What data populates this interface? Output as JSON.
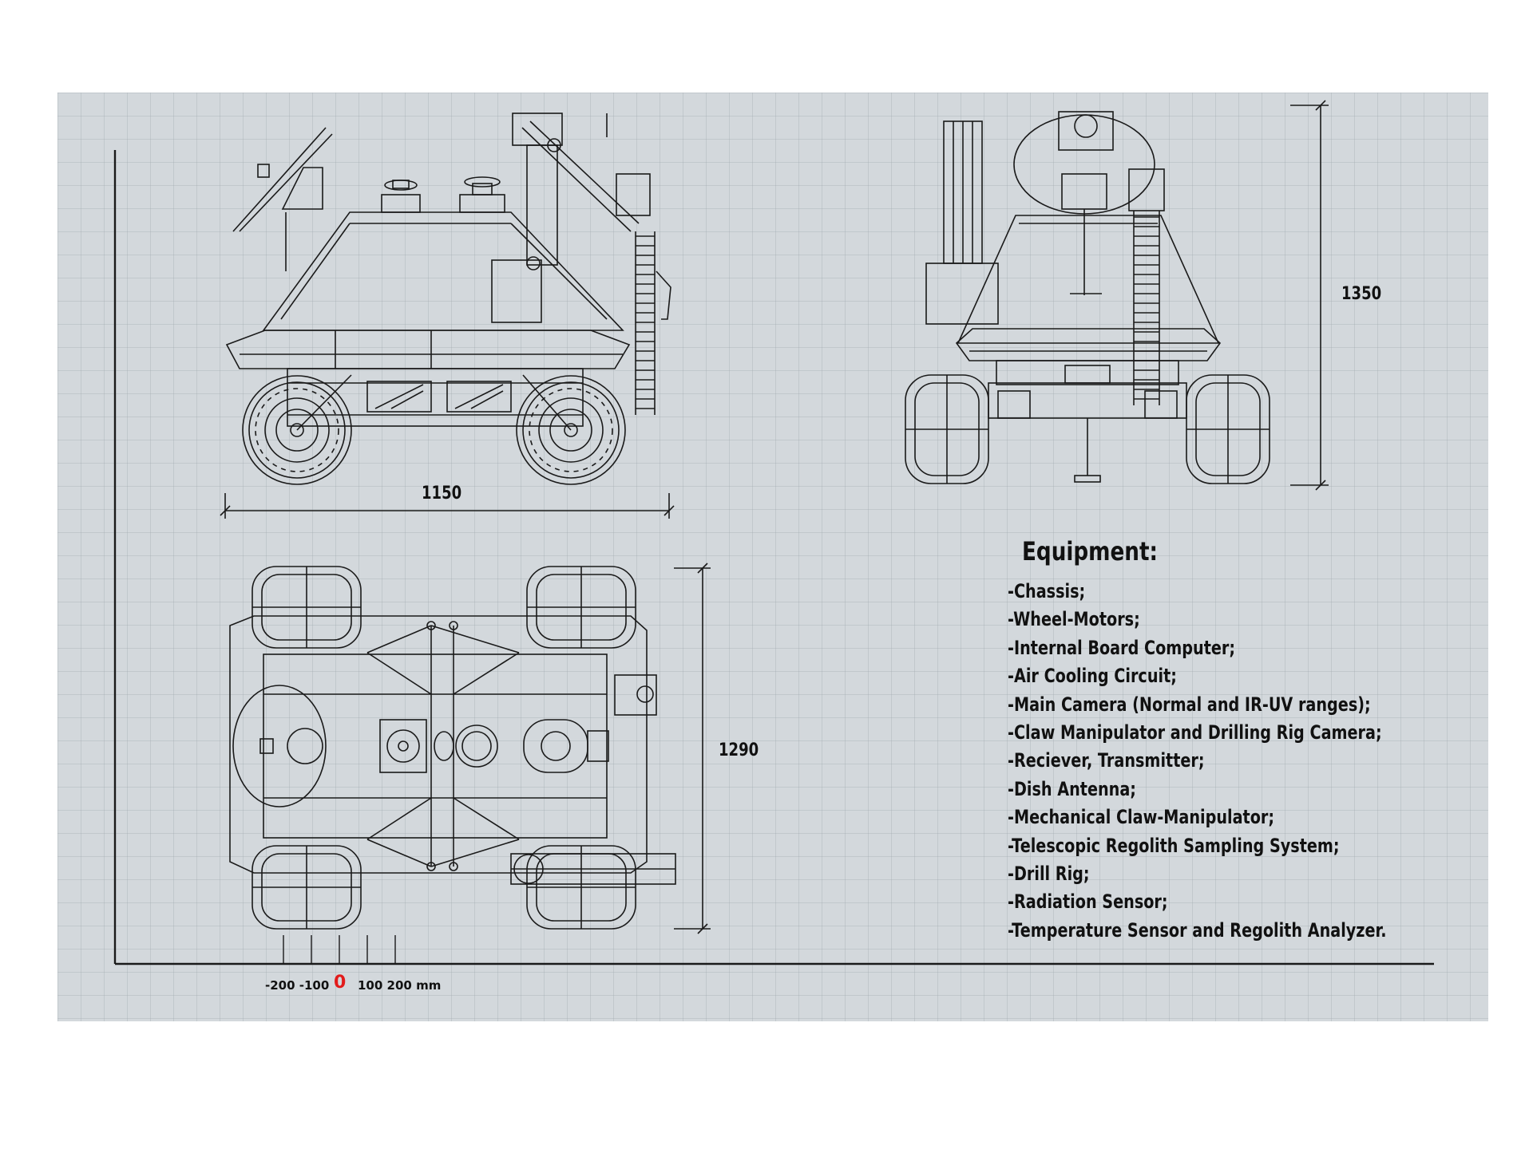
{
  "dimensions": {
    "side_length": "1150",
    "front_height": "1350",
    "top_width": "1290"
  },
  "equipment": {
    "title": "Equipment:",
    "items": [
      "-Chassis;",
      "-Wheel-Motors;",
      "-Internal Board Computer;",
      "-Air Cooling Circuit;",
      "-Main Camera (Normal and IR-UV ranges);",
      "-Claw Manipulator and Drilling Rig Camera;",
      "-Reciever, Transmitter;",
      "-Dish Antenna;",
      "-Mechanical Claw-Manipulator;",
      "-Telescopic Regolith Sampling System;",
      "-Drill Rig;",
      "-Radiation Sensor;",
      "-Temperature Sensor and Regolith Analyzer."
    ]
  },
  "scale_bar": {
    "left": "-200 -100",
    "zero": "0",
    "right": "100  200 mm",
    "zero_color": "#e21b1b"
  }
}
